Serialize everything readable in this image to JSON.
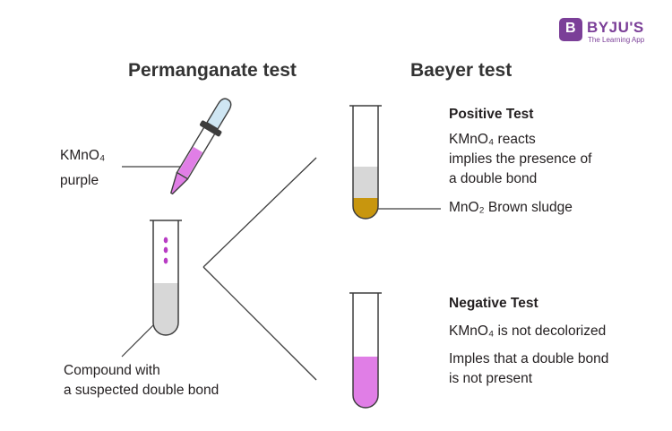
{
  "logo": {
    "letter": "B",
    "name": "BYJU'S",
    "tagline": "The Learning App",
    "color": "#7b3f98"
  },
  "permanganate": {
    "title": "Permanganate test",
    "reagent_formula": "KMnO₄",
    "reagent_color_name": "purple",
    "compound_line1": "Compound with",
    "compound_line2": "a suspected double bond"
  },
  "baeyer": {
    "title": "Baeyer test",
    "positive": {
      "heading": "Positive Test",
      "line1": "KMnO₄ reacts",
      "line2": "implies the presence of",
      "line3": "a double bond",
      "precipitate": "MnO₂ Brown sludge"
    },
    "negative": {
      "heading": "Negative Test",
      "line1": "KMnO₄ is not decolorized",
      "line2": "Imples that a double bond",
      "line3": "is not present"
    }
  },
  "colors": {
    "purple": "#e07ee6",
    "drop": "#b83cc4",
    "brown": "#c8960e",
    "tube_outline": "#3d3d3d",
    "grey_liquid": "#d7d7d7",
    "dropper_cap": "#3d3d3d",
    "dropper_glass": "#cfe6f3"
  }
}
